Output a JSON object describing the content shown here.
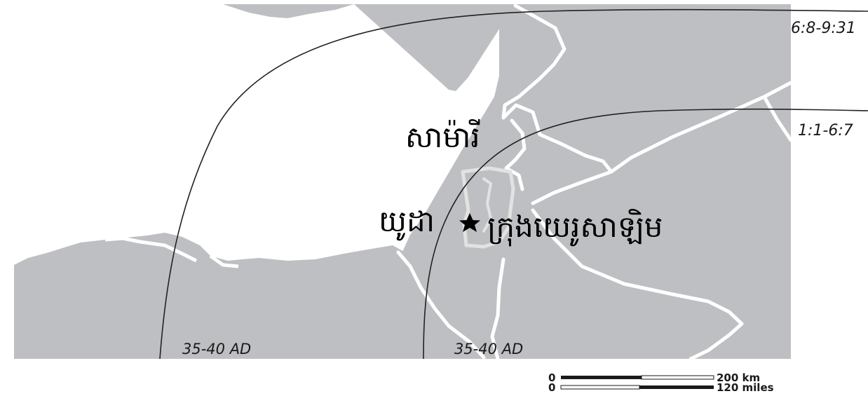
{
  "places": {
    "samaria": "សាម៉ារី",
    "judea": "យូដា",
    "jerusalem": "ក្រុងយេរូសាឡិម"
  },
  "ranges": {
    "outer": "6:8-9:31",
    "inner": "1:1-6:7"
  },
  "era_labels": {
    "left": "35-40 AD",
    "right": "35-40 AD"
  },
  "scale_bar": {
    "km_zero": "0",
    "km_label": "200 km",
    "miles_zero": "0",
    "miles_label": "120 miles"
  },
  "colors": {
    "land": "#bebfc2",
    "sea": "#ffffff",
    "borders": "#ffffff",
    "curves": "#222222"
  },
  "icons": {
    "city_marker": "star-icon"
  }
}
